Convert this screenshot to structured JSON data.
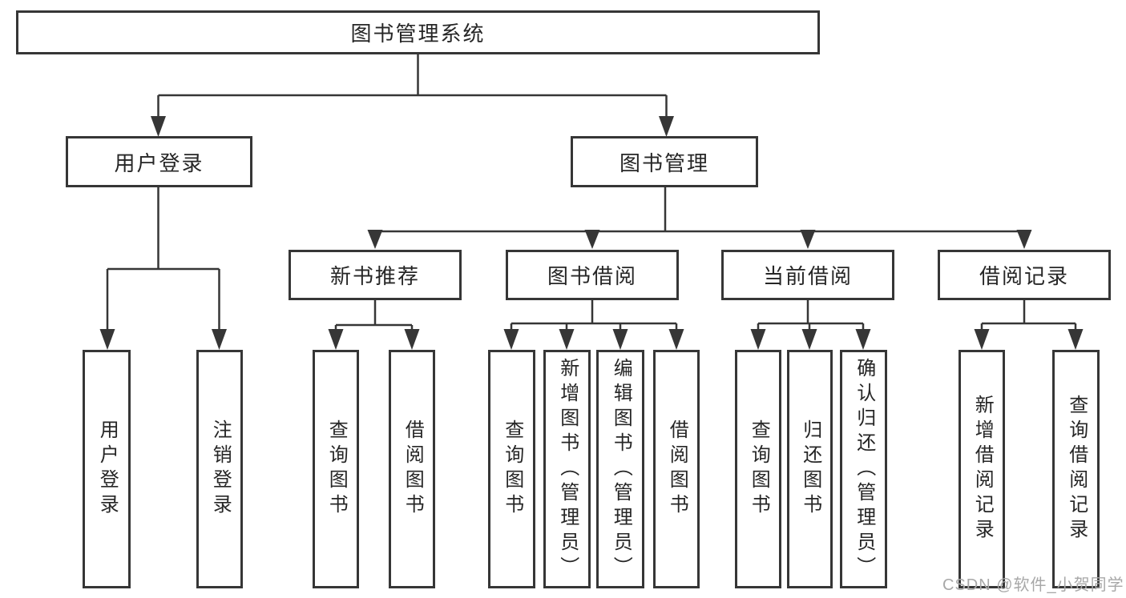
{
  "tree": {
    "root": "图书管理系统",
    "branches": [
      {
        "label": "用户登录",
        "children": [
          "用户登录",
          "注销登录"
        ]
      },
      {
        "label": "图书管理",
        "sections": [
          {
            "label": "新书推荐",
            "children": [
              "查询图书",
              "借阅图书"
            ]
          },
          {
            "label": "图书借阅",
            "children": [
              "查询图书",
              "新增图书（管理员）",
              "编辑图书（管理员）",
              "借阅图书"
            ]
          },
          {
            "label": "当前借阅",
            "children": [
              "查询图书",
              "归还图书",
              "确认归还（管理员）"
            ]
          },
          {
            "label": "借阅记录",
            "children": [
              "新增借阅记录",
              "查询借阅记录"
            ]
          }
        ]
      }
    ]
  },
  "watermark": "CSDN @软件_小贺同学",
  "colors": {
    "line": "#363636",
    "box_border": "#363636",
    "text": "#262626",
    "watermark": "#a8a8a8",
    "background": "#ffffff"
  }
}
